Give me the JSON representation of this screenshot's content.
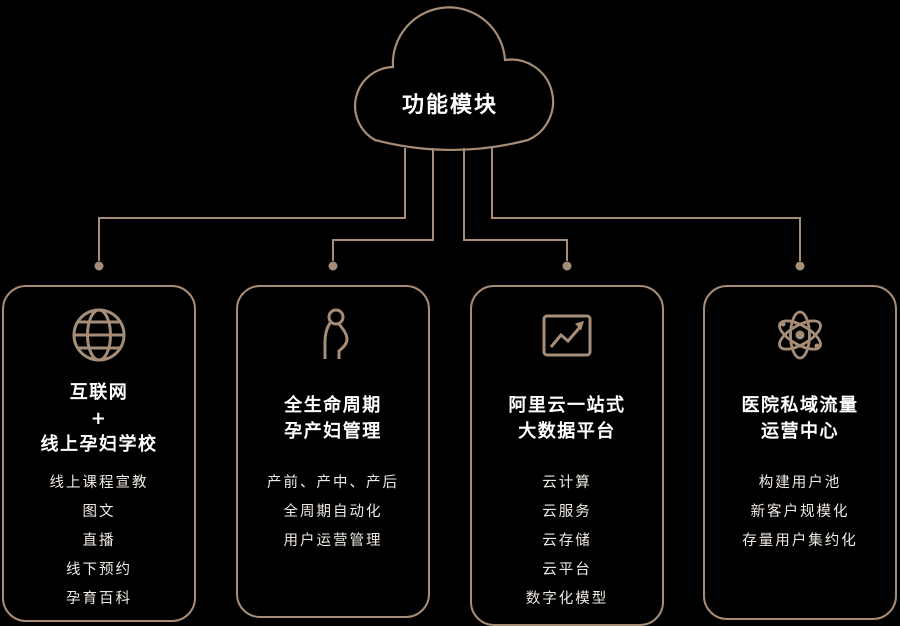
{
  "colors": {
    "accent": "#a68d77",
    "background": "#000000",
    "title_text": "#ffffff",
    "body_text": "#efe9e3"
  },
  "cloud": {
    "label": "功能模块"
  },
  "cards": [
    {
      "id": "internet-school",
      "icon": "globe-icon",
      "title_lines": [
        "互联网",
        "+",
        "线上孕妇学校"
      ],
      "items": [
        "线上课程宣教",
        "图文",
        "直播",
        "线下预约",
        "孕育百科"
      ]
    },
    {
      "id": "lifecycle-management",
      "icon": "pregnant-woman-icon",
      "title_lines": [
        "全生命周期",
        "孕产妇管理"
      ],
      "items": [
        "产前、产中、产后",
        "全周期自动化",
        "用户运营管理"
      ]
    },
    {
      "id": "aliyun-bigdata",
      "icon": "line-chart-icon",
      "title_lines": [
        "阿里云一站式",
        "大数据平台"
      ],
      "items": [
        "云计算",
        "云服务",
        "云存储",
        "云平台",
        "数字化模型"
      ]
    },
    {
      "id": "hospital-private-traffic",
      "icon": "atom-icon",
      "title_lines": [
        "医院私域流量",
        "运营中心"
      ],
      "items": [
        "构建用户池",
        "新客户规模化",
        "存量用户集约化"
      ]
    }
  ]
}
